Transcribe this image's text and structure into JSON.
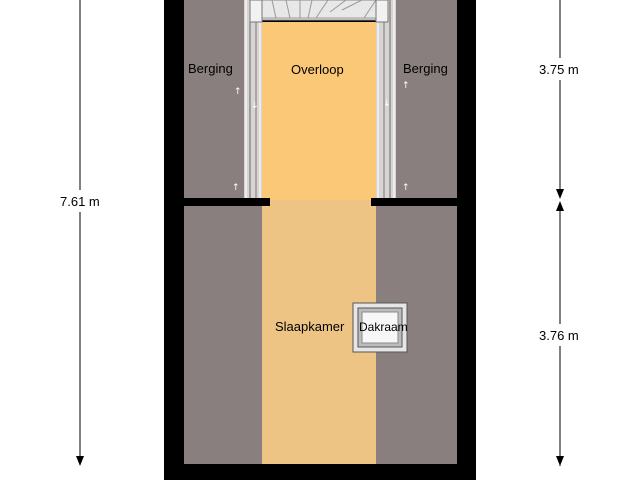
{
  "rooms": {
    "berging_left": "Berging",
    "overloop": "Overloop",
    "berging_right": "Berging",
    "slaapkamer": "Slaapkamer",
    "dakraam": "Dakraam"
  },
  "dimensions": {
    "total_height": "7.61 m",
    "upper_height": "3.75 m",
    "lower_height": "3.76 m"
  },
  "colors": {
    "wall": "#000000",
    "low_ceiling": "#8a7f7f",
    "overloop_floor": "#fbc878",
    "slaapkamer_floor": "#edc483",
    "stair": "#e8e8e8",
    "dakraam_frame": "#9c9c9c"
  }
}
